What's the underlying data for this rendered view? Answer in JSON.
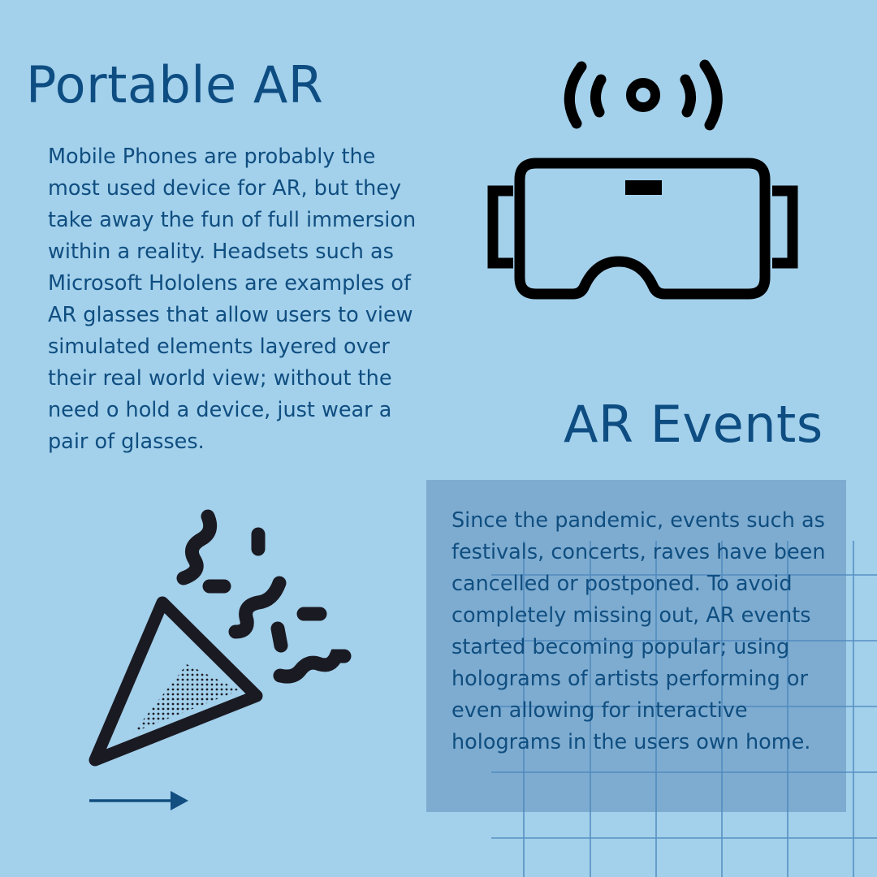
{
  "sections": {
    "portable_ar": {
      "title": "Portable AR",
      "body": "Mobile Phones are probably the most used device for AR, but they take away the fun of full immersion within a reality. Headsets such as Microsoft Hololens are examples of AR glasses that allow users to view simulated elements layered over their real world view; without the need o hold a device, just wear a pair of glasses."
    },
    "ar_events": {
      "title": "AR Events",
      "body": "Since the pandemic, events such as festivals, concerts, raves have been cancelled or postponed. To avoid completely missing out, AR events started becoming popular; using holograms of artists performing or even allowing for interactive holograms in the users own home."
    }
  },
  "icons": [
    "vr-headset-icon",
    "party-popper-icon",
    "arrow-right-icon"
  ],
  "colors": {
    "background": "#a3d0eb",
    "heading": "#0d4d82",
    "body_text": "#0f4e80",
    "box": "#7eacd0",
    "grid_lines": "#4a86bd",
    "icon": "#1a1a22"
  }
}
